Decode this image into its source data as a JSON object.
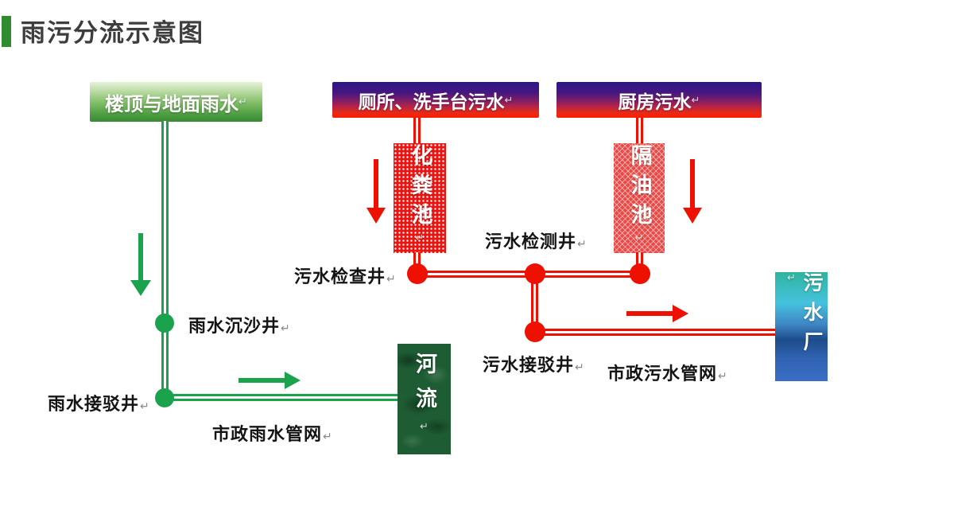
{
  "title": "雨污分流示意图",
  "marks": {
    "return_arrow": "↵"
  },
  "colors": {
    "rain_flow": "#1aa24d",
    "sewage_flow": "#ee1000",
    "title_bar": "#2e8b2e",
    "title_text": "#3d3d3d",
    "label_text": "#141414"
  },
  "sources": {
    "rainwater": "楼顶与地面雨水",
    "toilet": "厕所、洗手台污水",
    "kitchen": "厨房污水"
  },
  "facilities": {
    "septic_tank": "化粪池",
    "grease_trap": "隔油池",
    "sewage_plant": "污水厂",
    "river": "河流"
  },
  "wells": {
    "sewage_inspection": "污水检查井",
    "sewage_detection": "污水检测井",
    "rain_sediment": "雨水沉沙井",
    "rain_connection": "雨水接驳井",
    "sewage_connection": "污水接驳井"
  },
  "networks": {
    "municipal_rain": "市政雨水管网",
    "municipal_sewage": "市政污水管网"
  }
}
